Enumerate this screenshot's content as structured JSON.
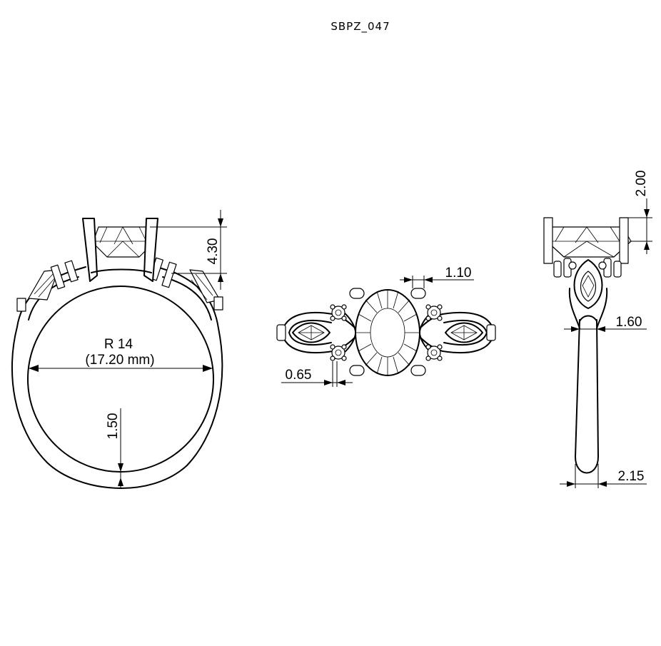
{
  "title": "SBPZ_047",
  "front_view": {
    "size_label": "R 14",
    "diameter_label": "(17.20 mm)",
    "band_thickness": "1.50",
    "setting_height": "4.30"
  },
  "top_view": {
    "prong_width": "1.10",
    "accent_gap": "0.65"
  },
  "side_view": {
    "stone_height": "2.00",
    "shoulder_width": "1.60",
    "band_width": "2.15"
  }
}
